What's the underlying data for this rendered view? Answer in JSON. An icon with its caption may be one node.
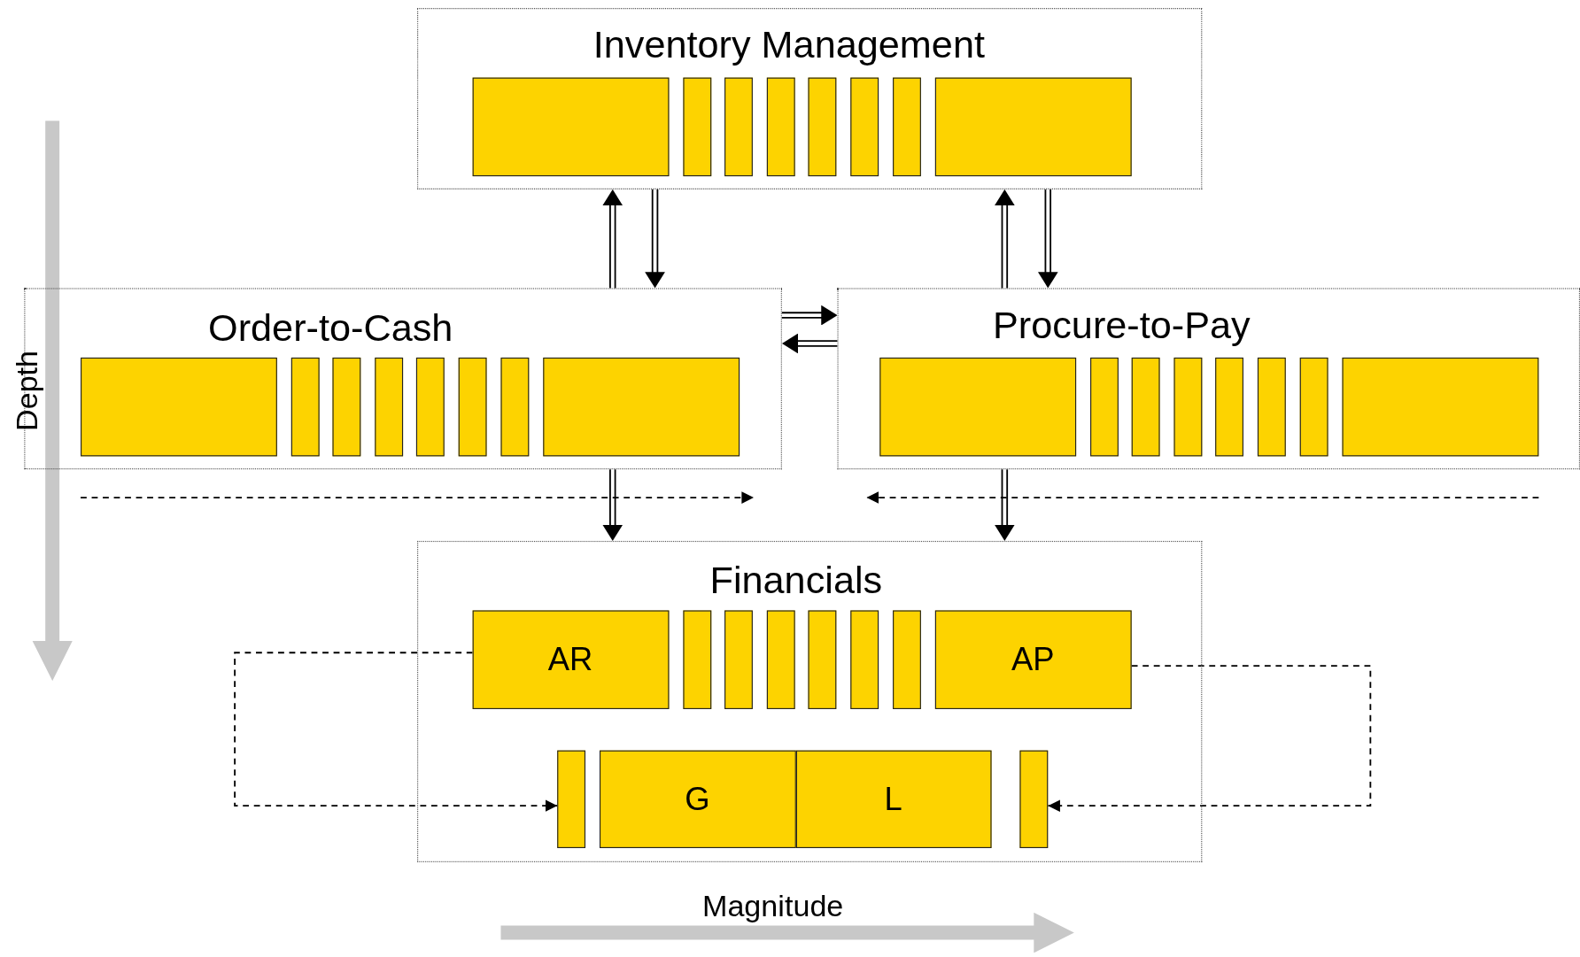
{
  "diagram": {
    "nodes": [
      {
        "text": [
          "Inventory Management"
        ]
      },
      {
        "text": [],
        "shape": "box",
        "in": 0
      },
      {
        "text": [],
        "shape": "box",
        "in": 0
      },
      {
        "text": [],
        "shape": "box",
        "in": 0
      },
      {
        "text": [],
        "shape": "box",
        "in": 0
      },
      {
        "text": [],
        "shape": "box",
        "in": 0
      },
      {
        "text": [],
        "shape": "box",
        "in": 0
      },
      {
        "text": [],
        "shape": "box",
        "in": 0
      },
      {
        "text": [],
        "shape": "box",
        "in": 0
      },
      {
        "text": [
          "Order-to-Cash"
        ]
      },
      {
        "text": [],
        "shape": "box",
        "in": 9
      },
      {
        "text": [],
        "shape": "box",
        "in": 9
      },
      {
        "text": [],
        "shape": "box",
        "in": 9
      },
      {
        "text": [],
        "shape": "box",
        "in": 9
      },
      {
        "text": [],
        "shape": "box",
        "in": 9
      },
      {
        "text": [],
        "shape": "box",
        "in": 9
      },
      {
        "text": [],
        "shape": "box",
        "in": 9
      },
      {
        "text": [],
        "shape": "box",
        "in": 9
      },
      {
        "text": [
          "Procure-to-Pay"
        ]
      },
      {
        "text": [],
        "shape": "box",
        "in": 18
      },
      {
        "text": [],
        "shape": "box",
        "in": 18
      },
      {
        "text": [],
        "shape": "box",
        "in": 18
      },
      {
        "text": [],
        "shape": "box",
        "in": 18
      },
      {
        "text": [],
        "shape": "box",
        "in": 18
      },
      {
        "text": [],
        "shape": "box",
        "in": 18
      },
      {
        "text": [],
        "shape": "box",
        "in": 18
      },
      {
        "text": [],
        "shape": "box",
        "in": 18
      },
      {
        "text": [
          "Financials"
        ]
      },
      {
        "text": [
          "AR"
        ],
        "in": 27
      },
      {
        "text": [],
        "shape": "box",
        "in": 27
      },
      {
        "text": [],
        "shape": "box",
        "in": 27
      },
      {
        "text": [],
        "shape": "box",
        "in": 27
      },
      {
        "text": [],
        "shape": "box",
        "in": 27
      },
      {
        "text": [],
        "shape": "box",
        "in": 27
      },
      {
        "text": [],
        "shape": "box",
        "in": 27
      },
      {
        "text": [
          "AP"
        ],
        "in": 27
      },
      {
        "text": [],
        "shape": "box",
        "in": 27
      },
      {
        "text": [
          "G"
        ],
        "in": 27
      },
      {
        "text": [
          "L"
        ],
        "in": 27
      },
      {
        "text": [],
        "shape": "box",
        "in": 27
      }
    ],
    "edges": [
      {
        "from": 9,
        "to": 0,
        "arrow": "to"
      },
      {
        "from": 0,
        "to": 9,
        "arrow": "to"
      },
      {
        "from": 18,
        "to": 0,
        "arrow": "to"
      },
      {
        "from": 0,
        "to": 18,
        "arrow": "to"
      },
      {
        "from": 9,
        "to": 18,
        "arrow": "to"
      },
      {
        "from": 18,
        "to": 9,
        "arrow": "to"
      },
      {
        "from": 9,
        "to": 27,
        "arrow": "to"
      },
      {
        "from": 18,
        "to": 27,
        "arrow": "to"
      },
      {
        "from": 28,
        "to": 36,
        "arrow": "to",
        "style": "dashed"
      },
      {
        "from": 35,
        "to": 39,
        "arrow": "to",
        "style": "dashed"
      }
    ],
    "labels": [
      "Depth",
      "Magnitude"
    ]
  }
}
